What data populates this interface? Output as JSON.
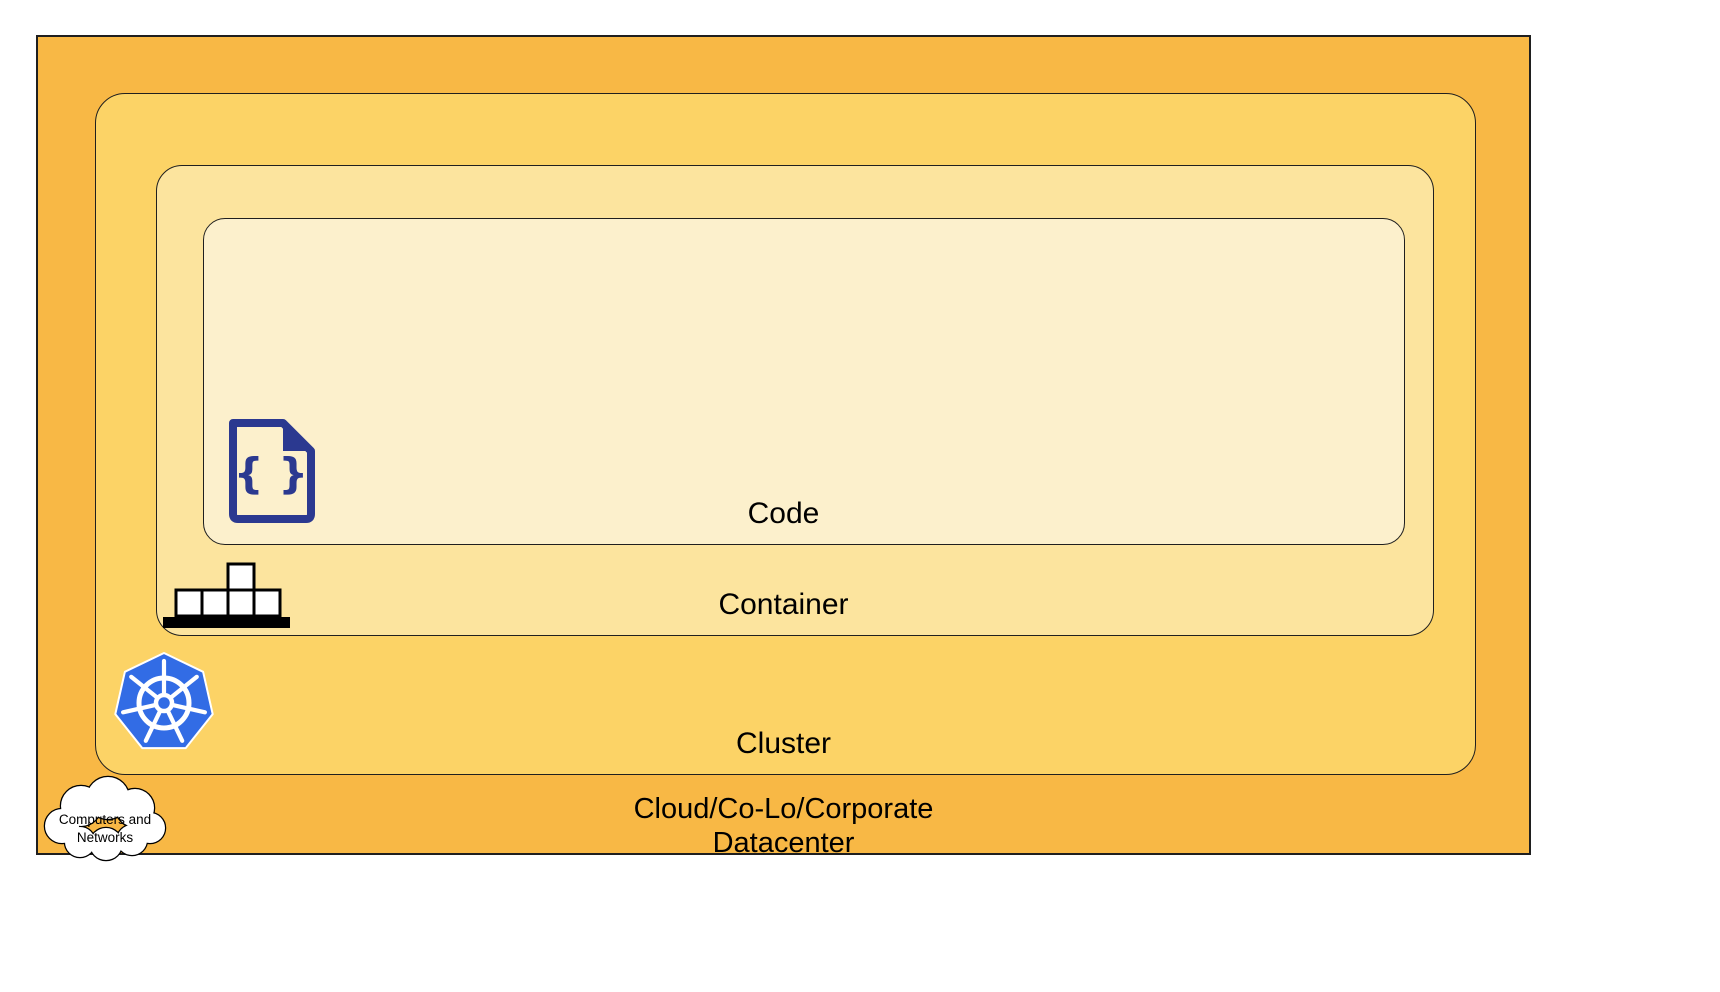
{
  "layers": {
    "cloud": {
      "label_line1": "Cloud/Co-Lo/Corporate",
      "label_line2": "Datacenter",
      "color": "#F8B845"
    },
    "cluster": {
      "label": "Cluster",
      "color": "#FCD366"
    },
    "container": {
      "label": "Container",
      "color": "#FCE49E"
    },
    "code": {
      "label": "Code",
      "color": "#FCF0CC"
    }
  },
  "cloud_bubble": {
    "line1": "Computers and",
    "line2": "Networks"
  },
  "icons": {
    "code": "code-file-icon",
    "code_glyph": "{ }",
    "container": "container-stack-icon",
    "cluster": "kubernetes-icon",
    "cloud": "computers-and-networks-cloud-icon"
  },
  "colors": {
    "code_icon_navy": "#2B3990",
    "kubernetes_blue": "#326CE5",
    "border": "#1F1F1F",
    "icon_black": "#000000",
    "cloud_white": "#FFFFFF"
  }
}
